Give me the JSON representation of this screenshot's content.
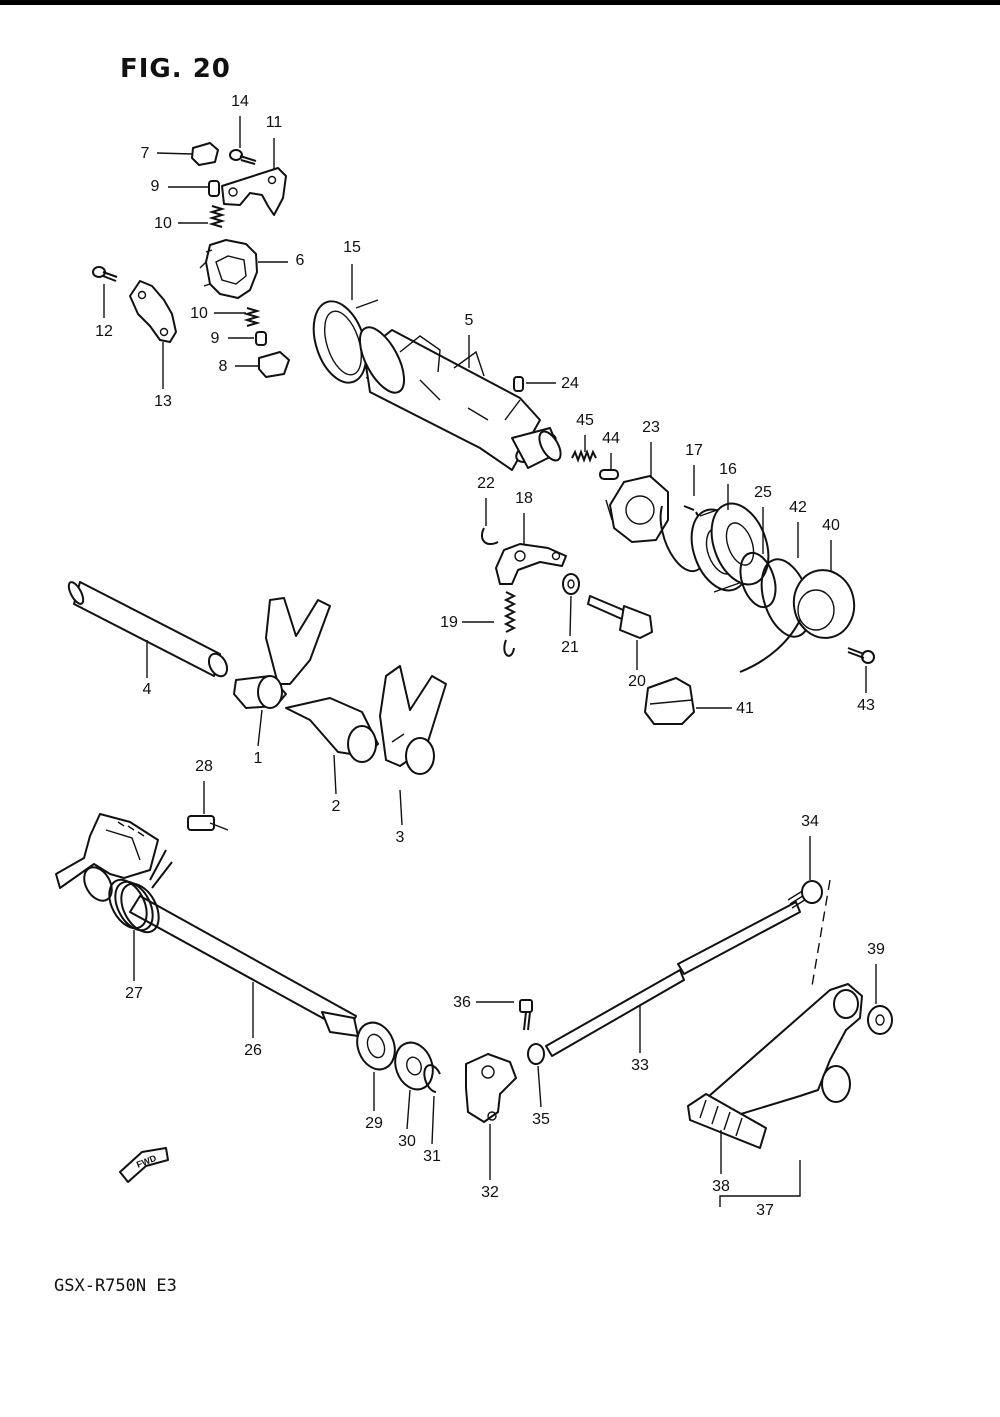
{
  "figure": {
    "title": "FIG. 20",
    "model": "GSX-R750N  E3"
  },
  "direction": {
    "label": "FWD"
  },
  "callouts": [
    "1",
    "2",
    "3",
    "4",
    "5",
    "6",
    "7",
    "8",
    "9",
    "9",
    "10",
    "10",
    "11",
    "12",
    "13",
    "14",
    "15",
    "16",
    "17",
    "18",
    "19",
    "20",
    "21",
    "22",
    "23",
    "24",
    "25",
    "26",
    "27",
    "28",
    "29",
    "30",
    "31",
    "32",
    "33",
    "34",
    "35",
    "36",
    "37",
    "38",
    "39",
    "40",
    "41",
    "42",
    "43",
    "44",
    "45"
  ]
}
